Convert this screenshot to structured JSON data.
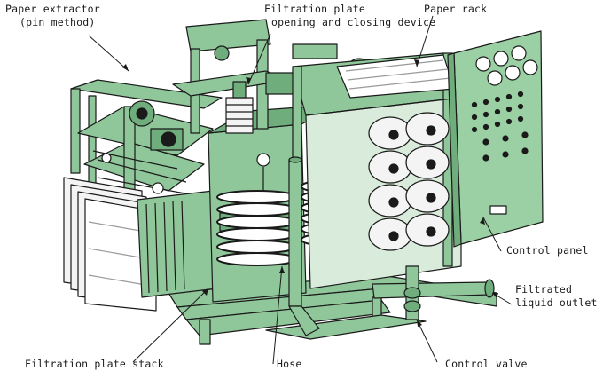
{
  "labels": {
    "paper_extractor": "Paper extractor",
    "pin_method": "(pin method)",
    "filtration_plate_line1": "Filtration plate",
    "filtration_plate_line2": "opening and closing device",
    "paper_rack": "Paper rack",
    "control_panel": "Control panel",
    "filtrated_line1": "Filtrated",
    "filtrated_line2": "liquid outlet",
    "filtration_plate_stack": "Filtration plate stack",
    "hose": "Hose",
    "control_valve": "Control valve"
  },
  "colors": {
    "machine_green": "#8fc79a",
    "machine_green_dark": "#6fae7c",
    "outline": "#1a1a1a",
    "paper_white": "#f4f4f4",
    "panel_green": "#9bd0a4"
  }
}
